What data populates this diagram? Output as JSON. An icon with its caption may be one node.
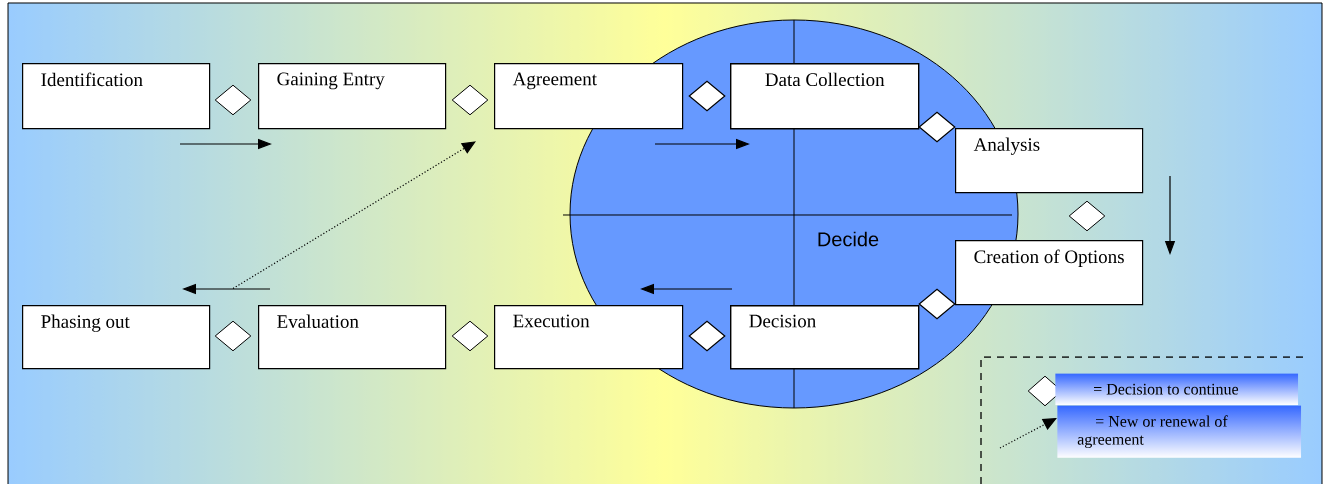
{
  "diagram": {
    "nodes": [
      {
        "text": [
          "Decide"
        ]
      },
      {
        "text": [
          "Identification"
        ]
      },
      {
        "text": [
          "Gaining Entry"
        ]
      },
      {
        "text": [
          "Agreement"
        ]
      },
      {
        "text": [
          "Data Collection"
        ],
        "in": 0
      },
      {
        "text": [
          "Analysis"
        ]
      },
      {
        "text": [
          "Creation of Options"
        ]
      },
      {
        "text": [
          "Decision"
        ],
        "in": 0
      },
      {
        "text": [
          "Execution"
        ]
      },
      {
        "text": [
          "Evaluation"
        ]
      },
      {
        "text": [
          "Phasing out"
        ]
      },
      {
        "text": [],
        "shape": "diamond"
      },
      {
        "text": [],
        "shape": "diamond"
      },
      {
        "text": [],
        "shape": "diamond",
        "in": 0
      },
      {
        "text": [],
        "shape": "diamond",
        "in": 0
      },
      {
        "text": [],
        "shape": "diamond"
      },
      {
        "text": [],
        "shape": "diamond",
        "in": 0
      },
      {
        "text": [],
        "shape": "diamond",
        "in": 0
      },
      {
        "text": [],
        "shape": "diamond"
      },
      {
        "text": [],
        "shape": "diamond"
      }
    ],
    "edges": [
      {
        "from": 19,
        "to": 3,
        "arrow": "to",
        "style": "dashed"
      }
    ],
    "legend": [
      {
        "text": "= Decision to continue"
      },
      {
        "text": "= New or renewal of agreement"
      }
    ]
  }
}
